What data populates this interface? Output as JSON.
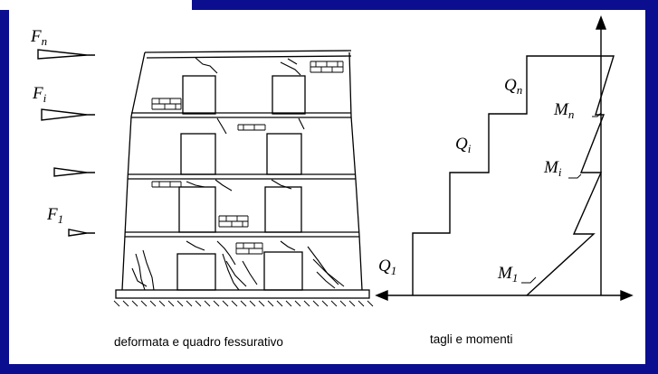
{
  "labels": {
    "f_n": {
      "main": "F",
      "sub": "n"
    },
    "f_i": {
      "main": "F",
      "sub": "i"
    },
    "f_1": {
      "main": "F",
      "sub": "1"
    },
    "q_n": {
      "main": "Q",
      "sub": "n"
    },
    "q_i": {
      "main": "Q",
      "sub": "i"
    },
    "q_1": {
      "main": "Q",
      "sub": "1"
    },
    "m_n": {
      "main": "M",
      "sub": "n"
    },
    "m_i": {
      "main": "M",
      "sub": "i"
    },
    "m_1": {
      "main": "M",
      "sub": "1"
    }
  },
  "captions": {
    "left": "deformata e quadro fessurativo",
    "right": "tagli e momenti"
  },
  "colors": {
    "frame": "#0b0f8f",
    "panel": "#ffffff",
    "ink": "#000000"
  }
}
